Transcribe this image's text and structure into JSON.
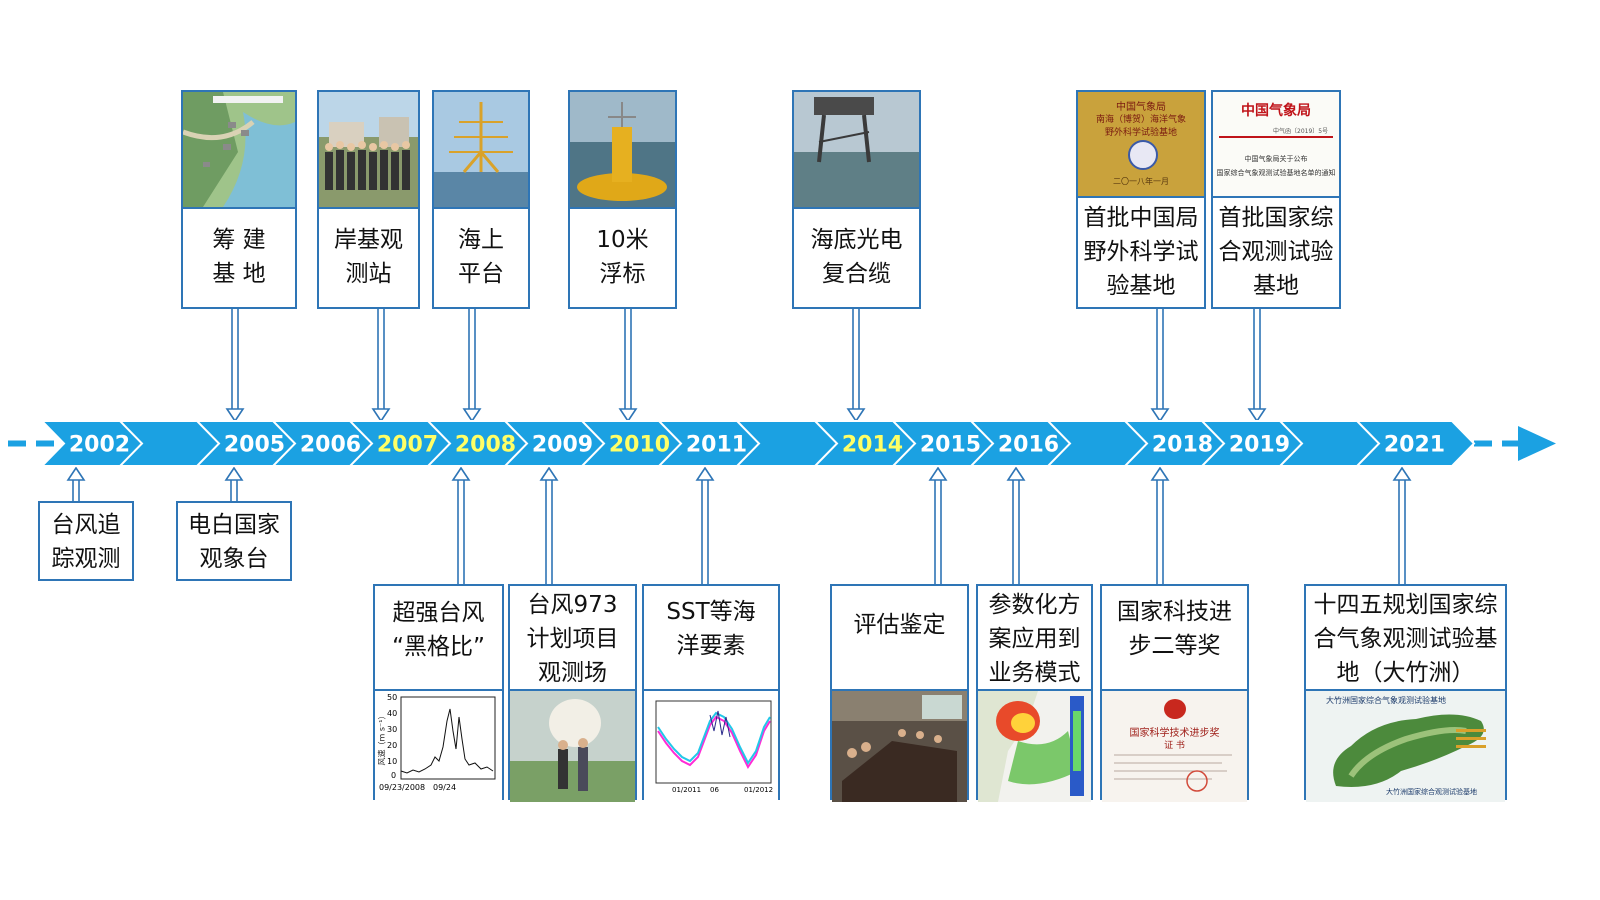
{
  "colors": {
    "accent": "#1BA1E2",
    "border": "#2E75B6",
    "highlight": "#FFFF66",
    "year_text": "#FFFFFF"
  },
  "timeline": {
    "years": [
      {
        "label": "2002",
        "highlight": false
      },
      {
        "label": "",
        "highlight": false
      },
      {
        "label": "2005",
        "highlight": false
      },
      {
        "label": "2006",
        "highlight": false
      },
      {
        "label": "2007",
        "highlight": true
      },
      {
        "label": "2008",
        "highlight": true
      },
      {
        "label": "2009",
        "highlight": false
      },
      {
        "label": "2010",
        "highlight": true
      },
      {
        "label": "2011",
        "highlight": false
      },
      {
        "label": "",
        "highlight": false
      },
      {
        "label": "2014",
        "highlight": true
      },
      {
        "label": "2015",
        "highlight": false
      },
      {
        "label": "2016",
        "highlight": false
      },
      {
        "label": "",
        "highlight": false
      },
      {
        "label": "2018",
        "highlight": false
      },
      {
        "label": "2019",
        "highlight": false
      },
      {
        "label": "",
        "highlight": false
      },
      {
        "label": "2021",
        "highlight": false
      }
    ]
  },
  "top_events": [
    {
      "year": "2005",
      "text": "筹 建\n基 地"
    },
    {
      "year": "2007",
      "text": "岸基观\n测站"
    },
    {
      "year": "2008",
      "text": "海上\n平台"
    },
    {
      "year": "2010",
      "text": "10米\n浮标"
    },
    {
      "year": "2014",
      "text": "海底光电\n复合缆"
    },
    {
      "year": "2018",
      "text": "首批中国局\n野外科学试\n验基地"
    },
    {
      "year": "2019",
      "text": "首批国家综\n合观测试验\n基地"
    }
  ],
  "bottom_events": [
    {
      "year": "2002",
      "text": "台风追\n踪观测"
    },
    {
      "year": "2005",
      "text": "电白国家\n观象台"
    },
    {
      "year": "2008",
      "text": "超强台风\n“黑格比”"
    },
    {
      "year": "2009",
      "text": "台风973\n计划项目\n观测场"
    },
    {
      "year": "2011",
      "text": "SST等海\n洋要素"
    },
    {
      "year": "2015",
      "text": "评估鉴定"
    },
    {
      "year": "2016",
      "text": "参数化方\n案应用到\n业务模式"
    },
    {
      "year": "2018",
      "text": "国家科技进\n步二等奖"
    },
    {
      "year": "2021",
      "text": "十四五规划国家综\n合气象观测试验基\n地（大竹洲）"
    }
  ],
  "image_texts": {
    "cert2018": {
      "line1": "中国气象局",
      "line2": "南海（博贺）海洋气象",
      "line3": "野外科学试验基地",
      "date": "二〇一八年一月"
    },
    "doc2019": {
      "title": "中国气象局",
      "sub": "中气函〔2019〕5号",
      "line1": "中国气象局关于公布",
      "line2": "国家综合气象观测试验基地名单的通知"
    },
    "typhoon_chart": {
      "ylabel": "风速（m s⁻¹）",
      "y_ticks": [
        "50",
        "40",
        "30",
        "20",
        "10",
        "0"
      ],
      "x_ticks": [
        "09/23/2008",
        "09/24"
      ]
    },
    "sst_chart": {
      "x_ticks": [
        "01/2011",
        "06",
        "01/2012"
      ]
    },
    "award": {
      "title": "国家科学技术进步奖",
      "sub": "证 书"
    },
    "map2021": {
      "title": "大竹洲国家综合气象观测试验基地",
      "footer": "大竹洲国家综合观测试验基地"
    }
  }
}
